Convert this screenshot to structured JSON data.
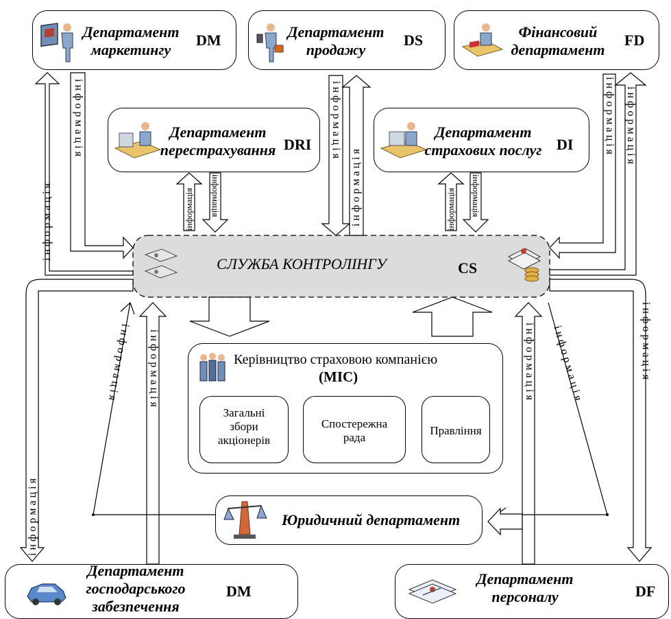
{
  "departments": {
    "marketing": {
      "line1": "Департамент",
      "line2": "маркетингу",
      "code": "DM"
    },
    "sales": {
      "line1": "Департамент",
      "line2": "продажу",
      "code": "DS"
    },
    "finance": {
      "line1": "Фінансовий",
      "line2": "департамент",
      "code": "FD"
    },
    "reinsurance": {
      "line1": "Департамент",
      "line2": "перестрахування",
      "code": "DRI"
    },
    "insurance_services": {
      "line1": "Департамент",
      "line2": "страхових послуг",
      "code": "DI"
    },
    "economic_support": {
      "line1": "Департамент",
      "line2": "господарського",
      "line3": "забезпечення",
      "code": "DM"
    },
    "personnel": {
      "line1": "Департамент",
      "line2": "персоналу",
      "code": "DF"
    },
    "legal": {
      "name": "Юридичний департамент"
    }
  },
  "controlling": {
    "name": "СЛУЖБА КОНТРОЛІНГУ",
    "code": "CS"
  },
  "management": {
    "title": "Керівництво страховою компанією",
    "code": "(MIC)",
    "general_meeting": {
      "line1": "Загальні",
      "line2": "збори",
      "line3": "акціонерів"
    },
    "supervisory_board": {
      "line1": "Спостережна",
      "line2": "рада"
    },
    "board": "Правління"
  },
  "flow_label": "інформація",
  "flow_label_spaced": "і н ф о р м а ц і я"
}
